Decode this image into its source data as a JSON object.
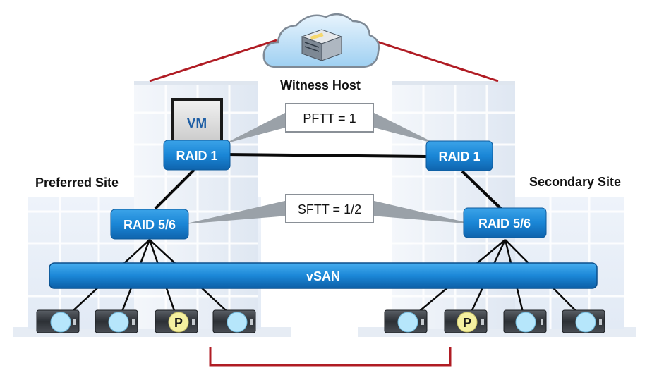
{
  "diagram": {
    "witness_label": "Witness Host",
    "preferred_site_label": "Preferred Site",
    "secondary_site_label": "Secondary Site",
    "vm_label": "VM",
    "raid1_left_label": "RAID 1",
    "raid1_right_label": "RAID 1",
    "raid56_left_label": "RAID 5/6",
    "raid56_right_label": "RAID 5/6",
    "pftt_label": "PFTT = 1",
    "sftt_label": "SFTT = 1/2",
    "vsan_label": "vSAN",
    "parity_label_left": "P",
    "parity_label_right": "P"
  },
  "colors": {
    "accent_blue": "#1a7cc9",
    "link_red": "#b01c24",
    "parity_yellow": "#f4f0a0",
    "data_disk_cyan": "#b6e6fb"
  },
  "icons": [
    "cloud-icon",
    "server-icon",
    "vm-icon",
    "disk-icon"
  ]
}
